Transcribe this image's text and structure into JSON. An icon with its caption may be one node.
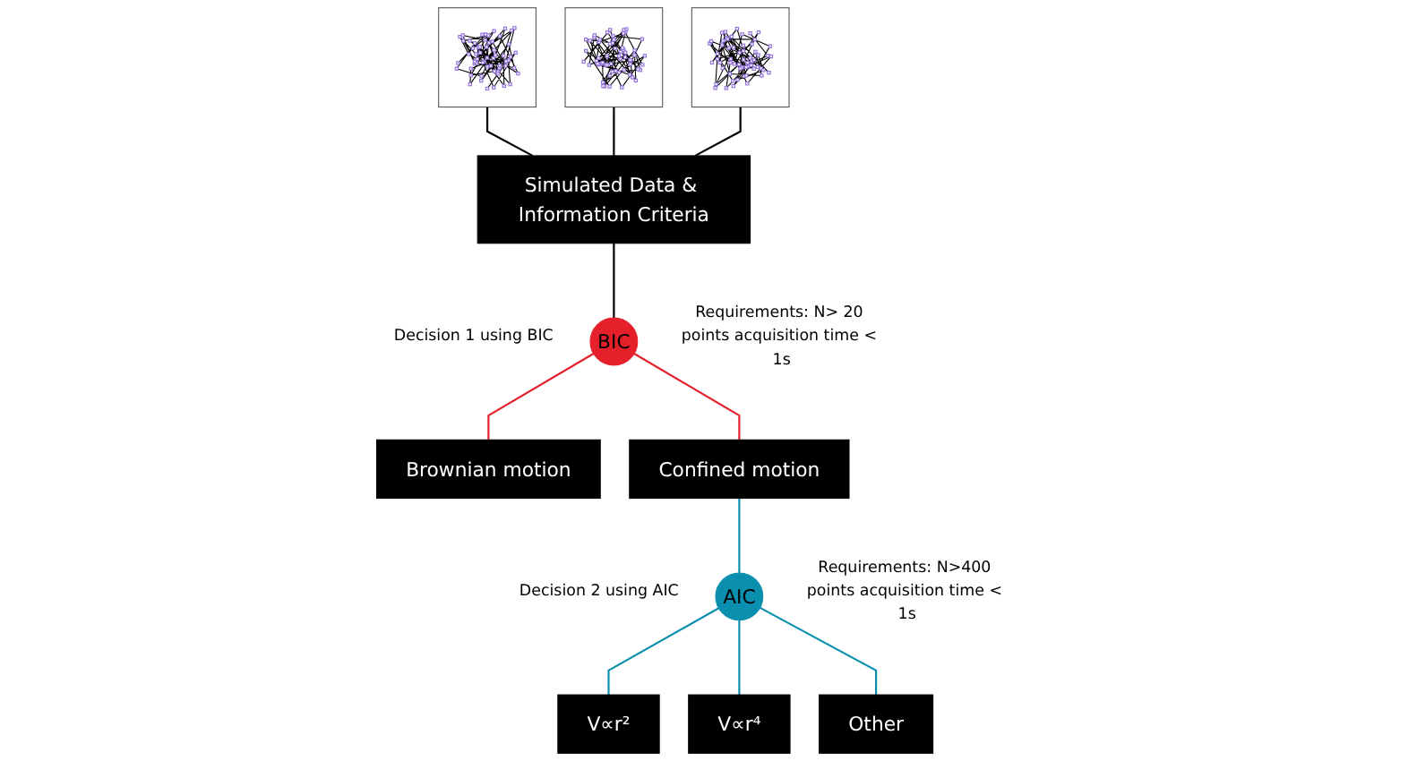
{
  "diagram": {
    "nodes": [
      {
        "text": [],
        "shape": "picture"
      },
      {
        "text": [],
        "shape": "picture"
      },
      {
        "text": [],
        "shape": "picture"
      },
      {
        "text": [
          "Simulated Data & Information Criteria"
        ]
      },
      {
        "text": [
          "BIC"
        ],
        "beside": [
          "Decision 1 using BIC",
          "Requirements: N> 20 points acquisition time < 1s"
        ]
      },
      {
        "text": [
          "Brownian motion"
        ]
      },
      {
        "text": [
          "Confined motion"
        ]
      },
      {
        "text": [
          "AIC"
        ],
        "beside": [
          "Decision 2 using AIC",
          "Requirements: N>400 points acquisition time < 1s"
        ]
      },
      {
        "text": [
          "V∝r²"
        ]
      },
      {
        "text": [
          "V∝r⁴"
        ]
      },
      {
        "text": [
          "Other"
        ]
      }
    ],
    "edges": [
      {
        "from": 0,
        "to": 3,
        "arrow": "none"
      },
      {
        "from": 1,
        "to": 3,
        "arrow": "none"
      },
      {
        "from": 2,
        "to": 3,
        "arrow": "none"
      },
      {
        "from": 3,
        "to": 4,
        "arrow": "none"
      },
      {
        "from": 4,
        "to": 5,
        "arrow": "none",
        "color": "#e5202a"
      },
      {
        "from": 4,
        "to": 6,
        "arrow": "none",
        "color": "#e5202a"
      },
      {
        "from": 6,
        "to": 7,
        "arrow": "none",
        "color": "#0a8fae"
      },
      {
        "from": 7,
        "to": 8,
        "arrow": "none",
        "color": "#0a8fae"
      },
      {
        "from": 7,
        "to": 9,
        "arrow": "none",
        "color": "#0a8fae"
      },
      {
        "from": 7,
        "to": 10,
        "arrow": "none",
        "color": "#0a8fae"
      }
    ]
  }
}
